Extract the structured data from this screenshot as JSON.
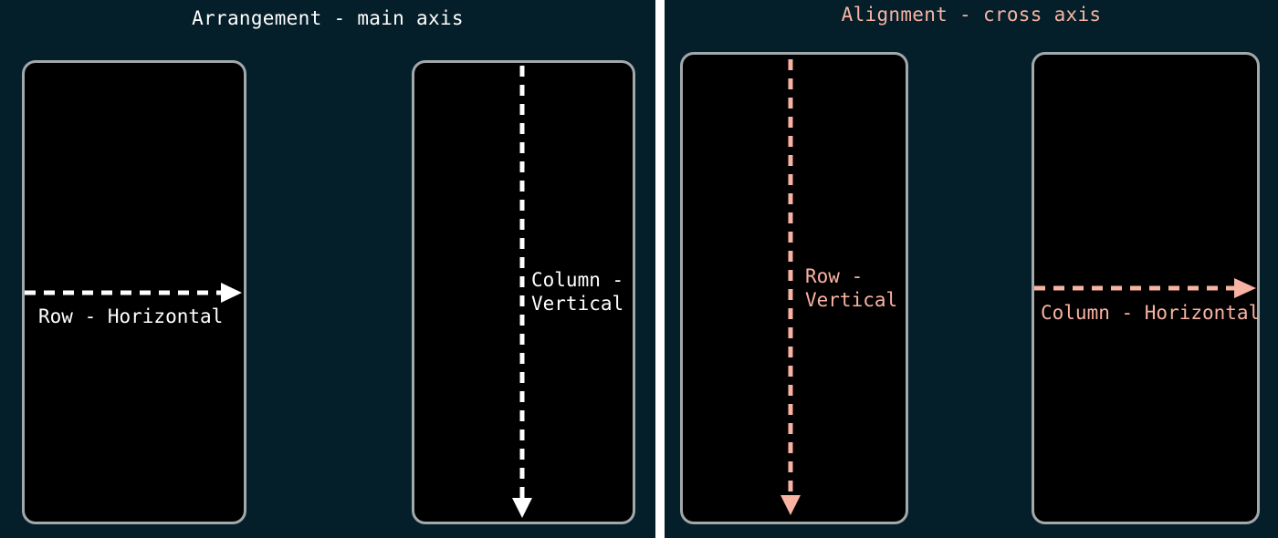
{
  "colors": {
    "background": "#041f29",
    "frame_border": "#a3a8aa",
    "screen": "#000000",
    "arrangement": "#ffffff",
    "alignment": "#f9b3a3"
  },
  "arrangement": {
    "title": "Arrangement - main axis",
    "row_label": "Row - Horizontal",
    "column_label_line1": "Column -",
    "column_label_line2": "Vertical"
  },
  "alignment": {
    "title": "Alignment - cross axis",
    "row_label_line1": "Row -",
    "row_label_line2": "Vertical",
    "column_label": "Column - Horizontal"
  }
}
